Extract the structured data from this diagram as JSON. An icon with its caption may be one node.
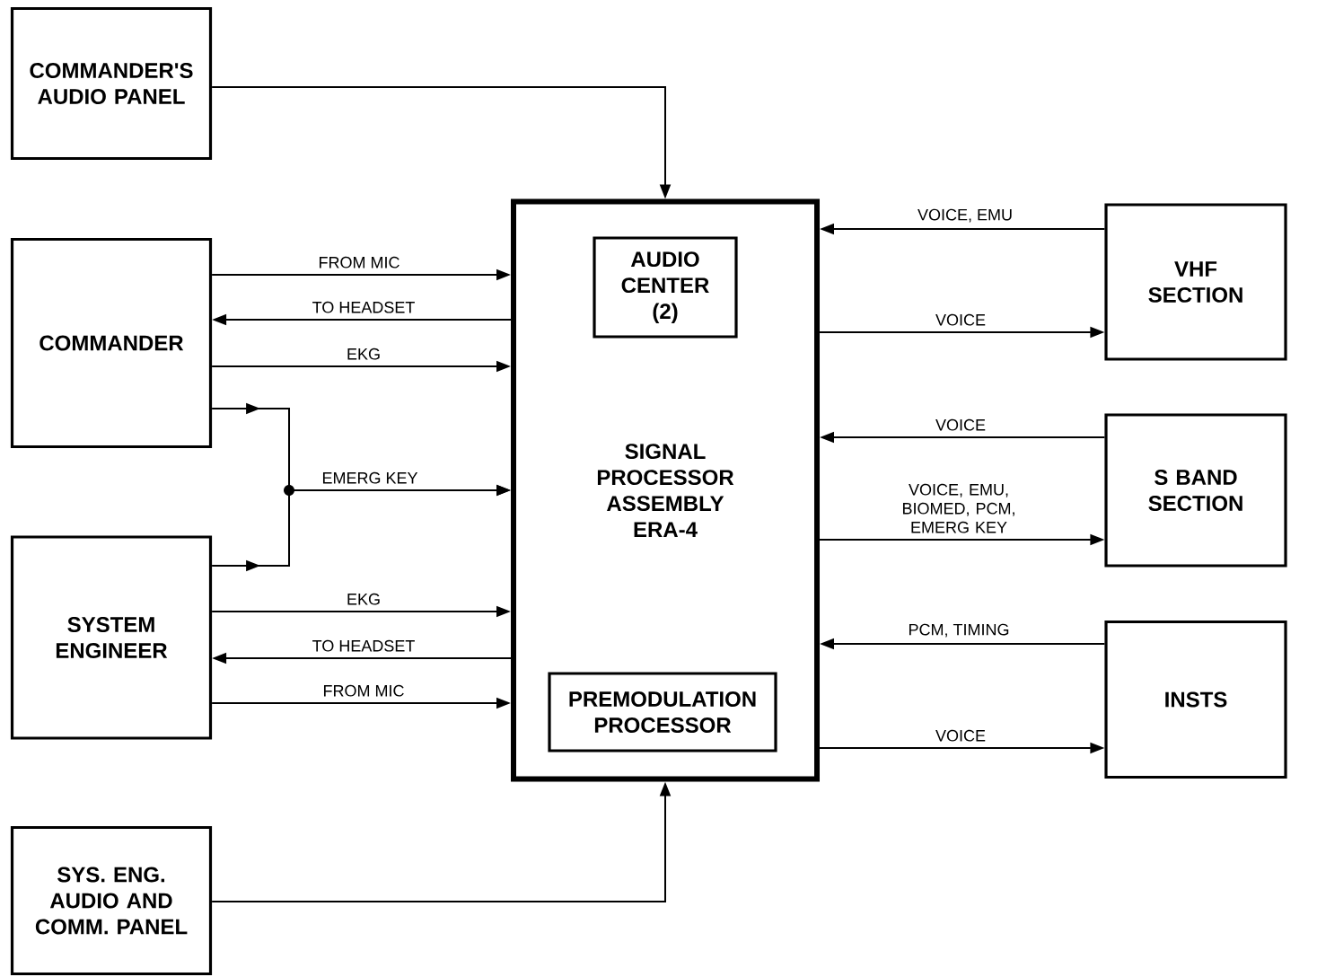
{
  "diagram": {
    "nodes": [
      {
        "text": [
          "COMMANDER'S AUDIO PANEL"
        ]
      },
      {
        "text": [
          "COMMANDER"
        ]
      },
      {
        "text": [
          "SYSTEM ENGINEER"
        ]
      },
      {
        "text": [
          "SYS. ENG. AUDIO AND COMM. PANEL"
        ]
      },
      {
        "text": [
          "SIGNAL PROCESSOR ASSEMBLY ERA-4"
        ]
      },
      {
        "text": [
          "AUDIO CENTER (2)"
        ],
        "in": 4
      },
      {
        "text": [
          "PREMODULATION PROCESSOR"
        ],
        "in": 4
      },
      {
        "text": [
          "VHF SECTION"
        ]
      },
      {
        "text": [
          "S BAND SECTION"
        ]
      },
      {
        "text": [
          "INSTS"
        ]
      }
    ],
    "edges": [
      {
        "from": 0,
        "to": 4,
        "arrow": "to"
      },
      {
        "from": 1,
        "to": 4,
        "arrow": "to",
        "label": "FROM MIC"
      },
      {
        "from": 4,
        "to": 1,
        "arrow": "to",
        "label": "TO HEADSET"
      },
      {
        "from": 1,
        "to": 4,
        "arrow": "to",
        "label": "EKG"
      },
      {
        "from": 1,
        "to": 4,
        "arrow": "to",
        "label": "EMERG KEY"
      },
      {
        "from": 2,
        "to": 4,
        "arrow": "to"
      },
      {
        "from": 2,
        "to": 4,
        "arrow": "to",
        "label": "EKG"
      },
      {
        "from": 4,
        "to": 2,
        "arrow": "to",
        "label": "TO HEADSET"
      },
      {
        "from": 2,
        "to": 4,
        "arrow": "to",
        "label": "FROM MIC"
      },
      {
        "from": 3,
        "to": 4,
        "arrow": "to"
      },
      {
        "from": 7,
        "to": 4,
        "arrow": "to",
        "label": "VOICE, EMU"
      },
      {
        "from": 4,
        "to": 7,
        "arrow": "to",
        "label": "VOICE"
      },
      {
        "from": 8,
        "to": 4,
        "arrow": "to",
        "label": "VOICE"
      },
      {
        "from": 4,
        "to": 8,
        "arrow": "to",
        "label": "VOICE, EMU, BIOMED, PCM, EMERG KEY"
      },
      {
        "from": 9,
        "to": 4,
        "arrow": "to",
        "label": "PCM, TIMING"
      },
      {
        "from": 4,
        "to": 9,
        "arrow": "to",
        "label": "VOICE"
      }
    ]
  }
}
